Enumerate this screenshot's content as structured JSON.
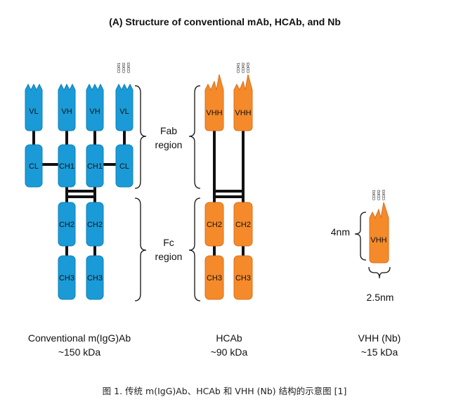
{
  "title": "(A) Structure of conventional mAb, HCAb, and Nb",
  "colors": {
    "blue_fill": "#1a9bd7",
    "blue_edge": "#0f7fb5",
    "orange_fill": "#f58a2b",
    "orange_edge": "#d9701a",
    "line": "#111111"
  },
  "mab": {
    "top_domains": [
      "VL",
      "VH",
      "VH",
      "VL"
    ],
    "mid_domains": [
      "CL",
      "CH1",
      "CH1",
      "CL"
    ],
    "fc_ch2": [
      "CH2",
      "CH2"
    ],
    "fc_ch3": [
      "CH3",
      "CH3"
    ],
    "cdr_labels": [
      "CDR1",
      "CDR2",
      "CDR3"
    ],
    "name": "Conventional m(IgG)Ab",
    "weight": "~150 kDa"
  },
  "regions": {
    "fab_line1": "Fab",
    "fab_line2": "region",
    "fc_line1": "Fc",
    "fc_line2": "region"
  },
  "hcab": {
    "top_domains": [
      "VHH",
      "VHH"
    ],
    "fc_ch2": [
      "CH2",
      "CH2"
    ],
    "fc_ch3": [
      "CH3",
      "CH3"
    ],
    "cdr_labels": [
      "CDR1",
      "CDR2",
      "CDR3"
    ],
    "name": "HCAb",
    "weight": "~90 kDa"
  },
  "nb": {
    "domain": "VHH",
    "cdr_labels": [
      "CDR1",
      "CDR2",
      "CDR3"
    ],
    "height_label": "4nm",
    "width_label": "2.5nm",
    "name": "VHH (Nb)",
    "weight": "~15 kDa"
  },
  "caption": "图 1. 传统 m(IgG)Ab、HCAb 和 VHH (Nb) 结构的示意图 [1]"
}
